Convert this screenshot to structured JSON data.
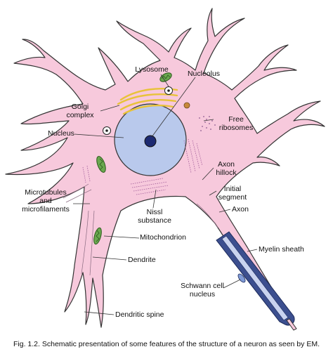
{
  "labels": {
    "lysosome": "Lysosome",
    "nucleolus": "Nucleolus",
    "golgi_line1": "Golgi",
    "golgi_line2": "complex",
    "free_line1": "Free",
    "free_line2": "ribosomes",
    "nucleus": "Nucleus",
    "axon_hillock_line1": "Axon",
    "axon_hillock_line2": "hillock",
    "initial_line1": "Initial",
    "initial_line2": "segment",
    "microtubules_line1": "Microtubules",
    "microtubules_line2": "and",
    "microtubules_line3": "microfilaments",
    "axon": "Axon",
    "nissl_line1": "Nissl",
    "nissl_line2": "substance",
    "mitochondrion": "Mitochondrion",
    "myelin": "Myelin sheath",
    "dendrite": "Dendrite",
    "schwann_line1": "Schwann cell",
    "schwann_line2": "nucleus",
    "dendritic_spine": "Dendritic spine"
  },
  "caption": "Fig. 1.2. Schematic presentation of some features of the structure of a neuron as seen by EM.",
  "colors": {
    "cytoplasm": "#f7c9dc",
    "membrane": "#333333",
    "nucleus": "#b9c9ec",
    "nucleolus": "#1d2a72",
    "mitochondrion": "#6aa84f",
    "golgi": "#e8c23a",
    "myelin": "#3c4f8f"
  }
}
